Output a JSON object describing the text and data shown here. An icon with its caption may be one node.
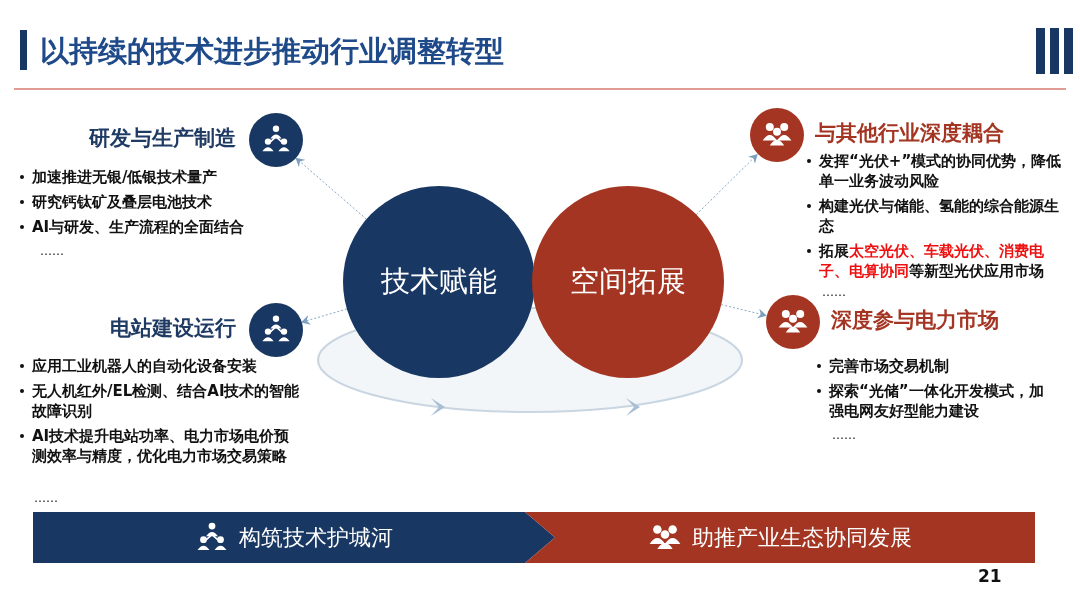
{
  "diagram": {
    "title": "以持续的技术进步推动行业调整转型",
    "nodes": [
      {
        "text": [
          "技术赋能"
        ]
      },
      {
        "text": [
          "空间拓展"
        ]
      },
      {
        "text": [
          "研发与生产制造"
        ],
        "beside": [
          "加速推进无银/低银技术量产",
          "研究钙钛矿及叠层电池技术",
          "AI与研发、生产流程的全面结合"
        ]
      },
      {
        "text": [
          "电站建设运行"
        ],
        "beside": [
          "应用工业机器人的自动化设备安装",
          "无人机红外/EL检测、结合AI技术的智能故障识别",
          "AI技术提升电站功率、电力市场电价预测效率与精度，优化电力市场交易策略"
        ]
      },
      {
        "text": [
          "与其他行业深度耦合"
        ],
        "beside": [
          "发挥“光伏+”模式的协同优势，降低单一业务波动风险",
          "构建光伏与储能、氢能的综合能源生态",
          "拓展**太空光伏、车载光伏、消费电子、电算协同**等新型光伏应用市场"
        ]
      },
      {
        "text": [
          "深度参与电力市场"
        ],
        "beside": [
          "完善市场交易机制",
          "探索“光储”一体化开发模式，加强电网友好型能力建设"
        ]
      },
      {
        "text": [
          "构筑技术护城河"
        ]
      },
      {
        "text": [
          "助推产业生态协同发展"
        ]
      }
    ],
    "edges": [
      {
        "from": 0,
        "to": 2,
        "arrow": "to",
        "style": "dashed"
      },
      {
        "from": 0,
        "to": 3,
        "arrow": "to",
        "style": "dashed"
      },
      {
        "from": 1,
        "to": 4,
        "arrow": "to",
        "style": "dashed"
      },
      {
        "from": 1,
        "to": 5,
        "arrow": "to",
        "style": "dashed"
      }
    ],
    "labels": [
      "……",
      "……",
      "……",
      "……",
      "21"
    ]
  }
}
